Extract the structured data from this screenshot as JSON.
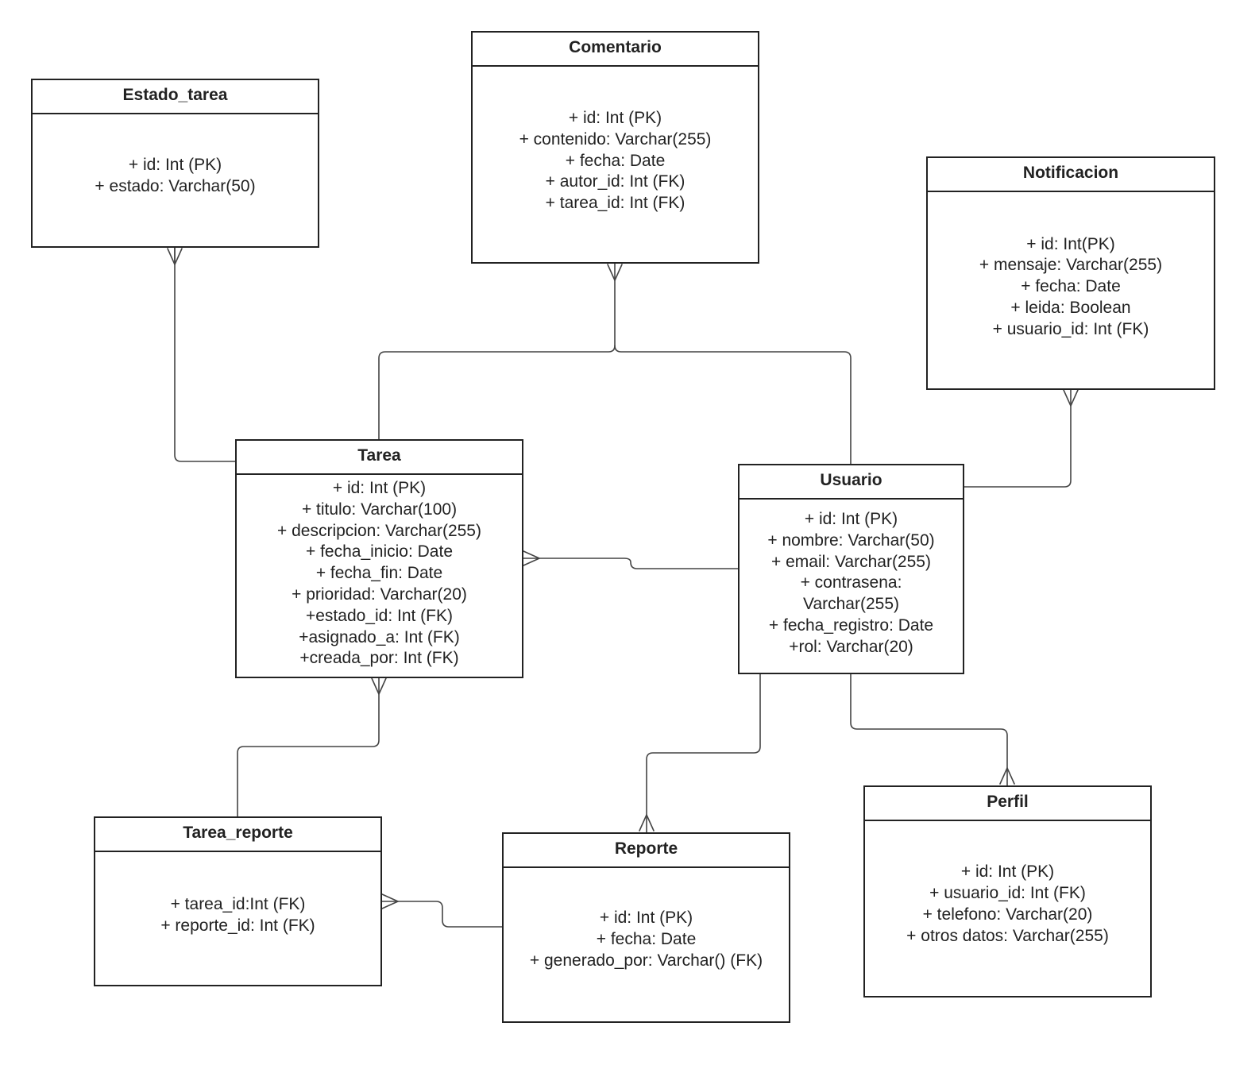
{
  "entities": {
    "estado_tarea": {
      "name": "Estado_tarea",
      "attributes": [
        "+ id: Int (PK)",
        "+ estado: Varchar(50)"
      ]
    },
    "comentario": {
      "name": "Comentario",
      "attributes": [
        "+ id: Int (PK)",
        "+ contenido: Varchar(255)",
        "+ fecha: Date",
        "+ autor_id: Int (FK)",
        "+ tarea_id: Int (FK)"
      ]
    },
    "notificacion": {
      "name": "Notificacion",
      "attributes": [
        "+ id: Int(PK)",
        "+ mensaje: Varchar(255)",
        "+ fecha: Date",
        "+ leida: Boolean",
        "+ usuario_id: Int (FK)"
      ]
    },
    "tarea": {
      "name": "Tarea",
      "attributes": [
        "+ id: Int (PK)",
        "+ titulo: Varchar(100)",
        "+ descripcion: Varchar(255)",
        "+ fecha_inicio: Date",
        "+ fecha_fin: Date",
        "+ prioridad: Varchar(20)",
        "+estado_id: Int (FK)",
        "+asignado_a: Int (FK)",
        "+creada_por: Int (FK)"
      ]
    },
    "usuario": {
      "name": "Usuario",
      "attributes": [
        "+ id: Int (PK)",
        "+ nombre: Varchar(50)",
        "+ email: Varchar(255)",
        "+ contrasena: Varchar(255)",
        "+ fecha_registro: Date",
        "+rol: Varchar(20)"
      ]
    },
    "tarea_reporte": {
      "name": "Tarea_reporte",
      "attributes": [
        "+ tarea_id:Int (FK)",
        "+ reporte_id: Int (FK)"
      ]
    },
    "reporte": {
      "name": "Reporte",
      "attributes": [
        "+ id: Int (PK)",
        "+ fecha: Date",
        "+ generado_por: Varchar() (FK)"
      ]
    },
    "perfil": {
      "name": "Perfil",
      "attributes": [
        "+ id: Int (PK)",
        "+ usuario_id: Int (FK)",
        "+ telefono: Varchar(20)",
        "+ otros datos: Varchar(255)"
      ]
    }
  },
  "relationships": [
    {
      "from": "tarea",
      "to": "estado_tarea",
      "to_cardinality": "many"
    },
    {
      "from": "tarea",
      "to": "comentario",
      "to_cardinality": "many"
    },
    {
      "from": "usuario",
      "to": "comentario",
      "to_cardinality": "many"
    },
    {
      "from": "usuario",
      "to": "notificacion",
      "to_cardinality": "many"
    },
    {
      "from": "usuario",
      "to": "tarea",
      "to_cardinality": "many"
    },
    {
      "from": "tarea_reporte",
      "to": "tarea",
      "to_cardinality": "many"
    },
    {
      "from": "usuario",
      "to": "reporte",
      "to_cardinality": "many"
    },
    {
      "from": "usuario",
      "to": "perfil",
      "to_cardinality": "many"
    },
    {
      "from": "reporte",
      "to": "tarea_reporte",
      "to_cardinality": "many"
    }
  ],
  "colors": {
    "stroke": "#222222",
    "background": "#ffffff"
  }
}
